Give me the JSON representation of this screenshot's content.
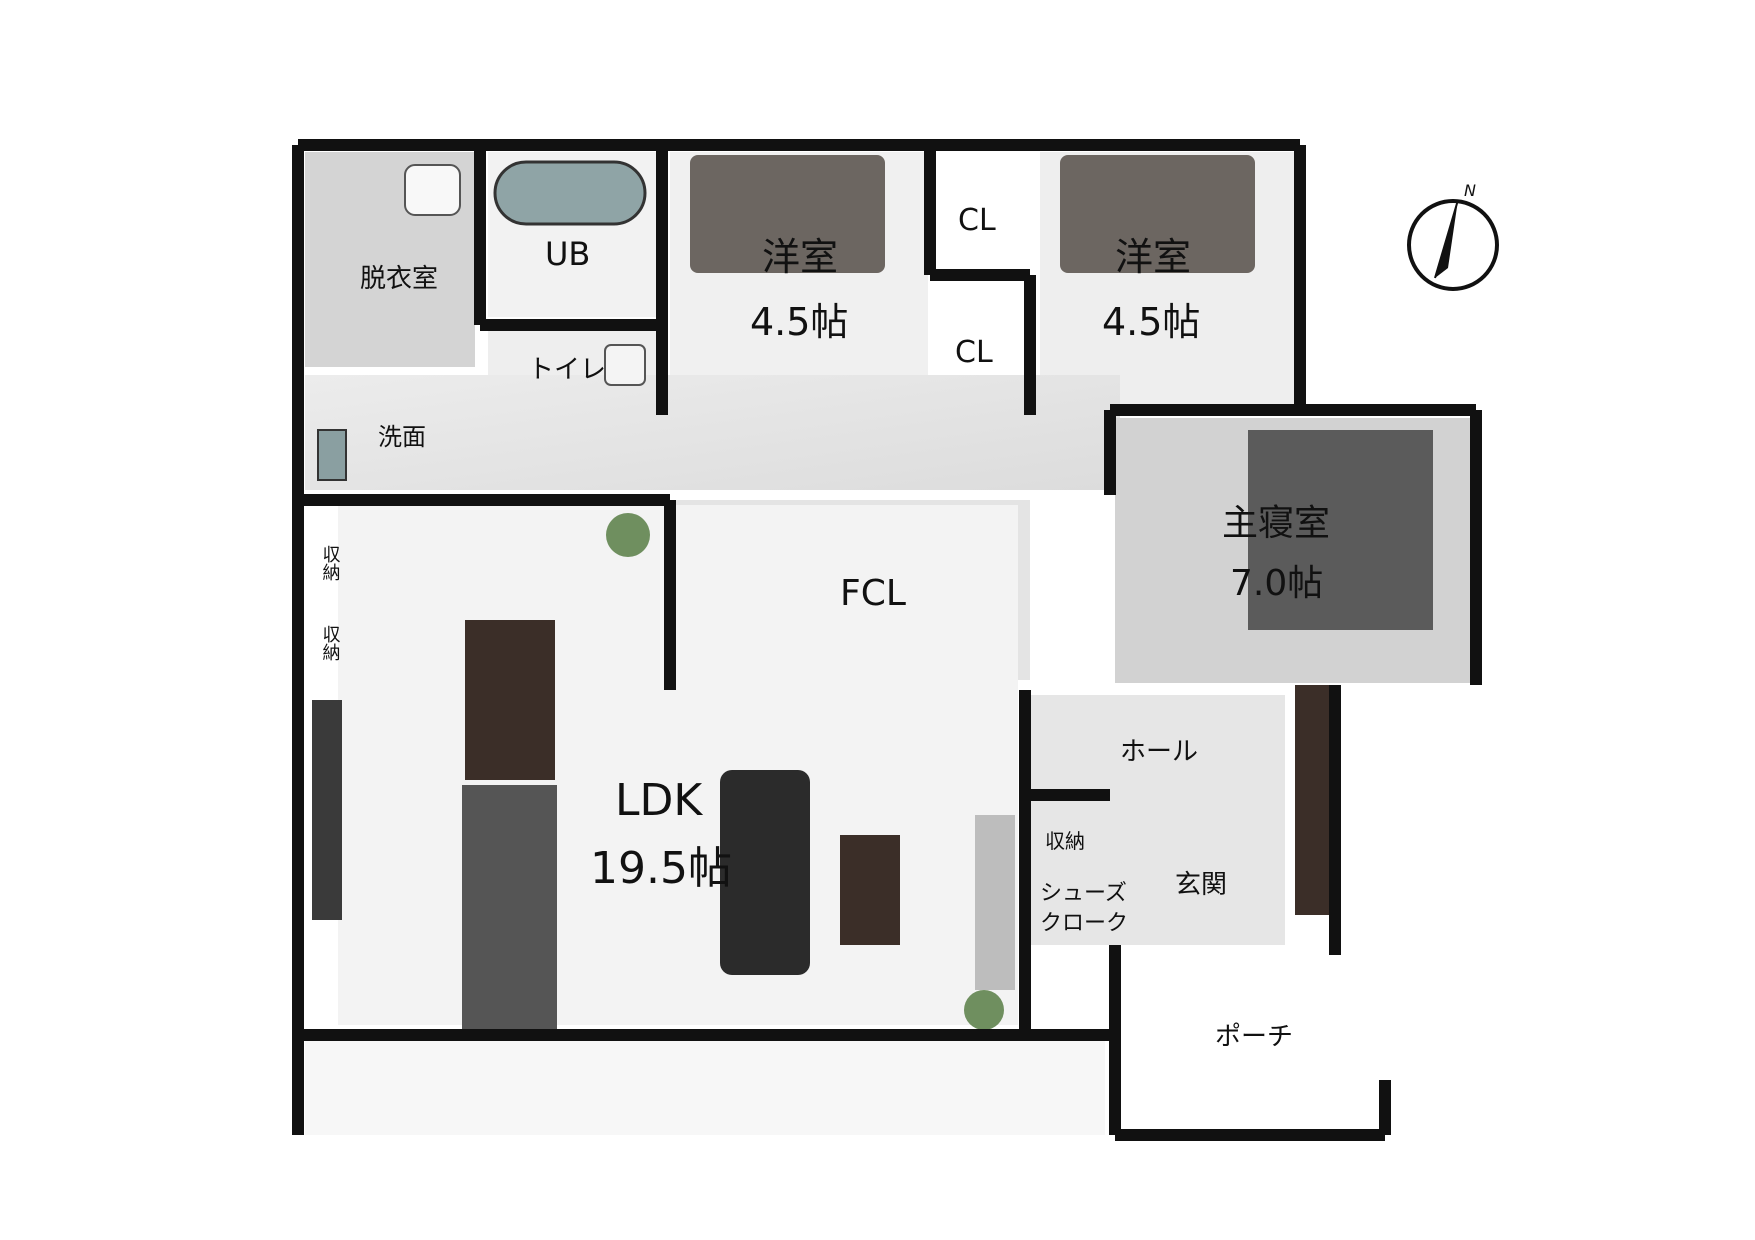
{
  "compass": {
    "north": "N"
  },
  "rooms": {
    "dressing": "脱衣室",
    "ub": "UB",
    "western1": {
      "name": "洋室",
      "size": "4.5帖"
    },
    "western2": {
      "name": "洋室",
      "size": "4.5帖"
    },
    "cl1": "CL",
    "cl2": "CL",
    "toilet": "トイレ",
    "washroom": "洗面",
    "master": {
      "name": "主寝室",
      "size": "7.0帖"
    },
    "storage1": "収納",
    "storage2": "収納",
    "fcl": "FCL",
    "ldk": {
      "name": "LDK",
      "size": "19.5帖"
    },
    "hall": "ホール",
    "storage3": "収納",
    "shoes": {
      "line1": "シューズ",
      "line2": "クローク"
    },
    "entrance": "玄関",
    "porch": "ポーチ"
  }
}
